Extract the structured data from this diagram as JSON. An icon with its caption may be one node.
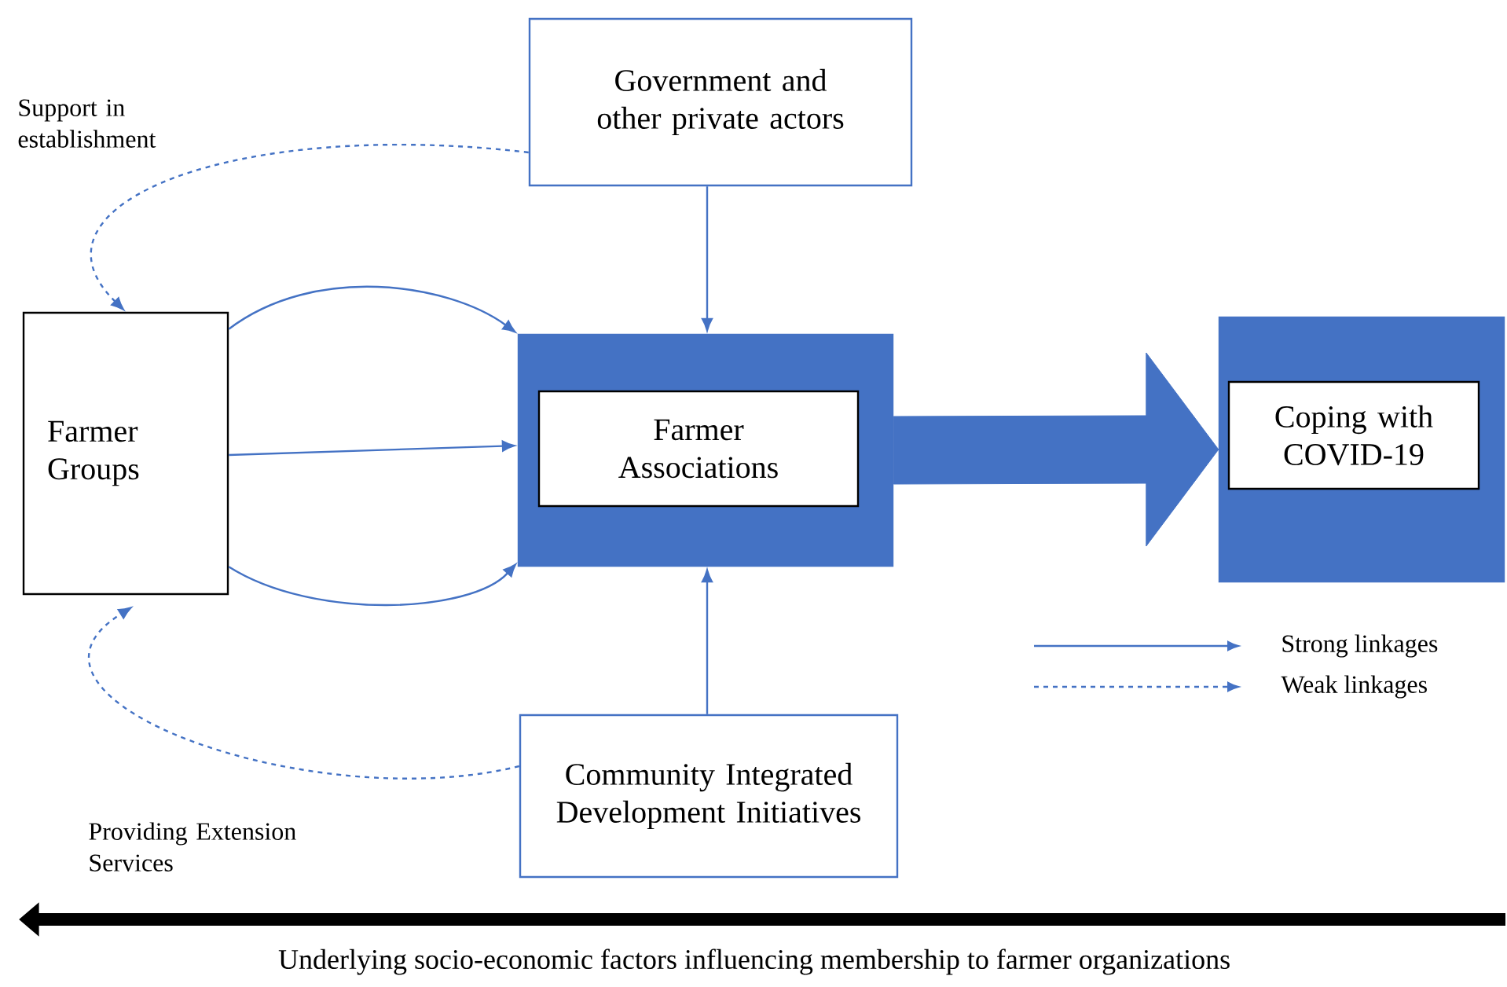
{
  "diagram": {
    "nodes": [
      {
        "text": [
          "Government and other private actors"
        ]
      },
      {
        "text": [
          "Farmer Groups"
        ]
      },
      {
        "text": [],
        "shape": "box"
      },
      {
        "text": [
          "Farmer Associations"
        ],
        "in": 2
      },
      {
        "text": [],
        "shape": "box"
      },
      {
        "text": [
          "Coping with COVID-19"
        ],
        "in": 4
      },
      {
        "text": [
          "Community Integrated Development Initiatives"
        ]
      }
    ],
    "edges": [
      {
        "from": 0,
        "to": 1,
        "arrow": "to",
        "style": "dashed",
        "label": "Support in establishment"
      },
      {
        "from": 1,
        "to": 2,
        "arrow": "to"
      },
      {
        "from": 1,
        "to": 2,
        "arrow": "to"
      },
      {
        "from": 1,
        "to": 2,
        "arrow": "to"
      },
      {
        "from": 0,
        "to": 2,
        "arrow": "to"
      },
      {
        "from": 6,
        "to": 2,
        "arrow": "to"
      },
      {
        "from": 2,
        "to": 4,
        "arrow": "to",
        "style": "thick"
      },
      {
        "from": 6,
        "to": 1,
        "arrow": "to",
        "style": "dashed",
        "label": "Providing Extension Services"
      }
    ],
    "labels": [
      "Underlying socio-economic factors influencing membership to farmer organizations"
    ],
    "legend": [
      {
        "text": "Strong linkages"
      },
      {
        "text": "Weak linkages"
      }
    ]
  }
}
